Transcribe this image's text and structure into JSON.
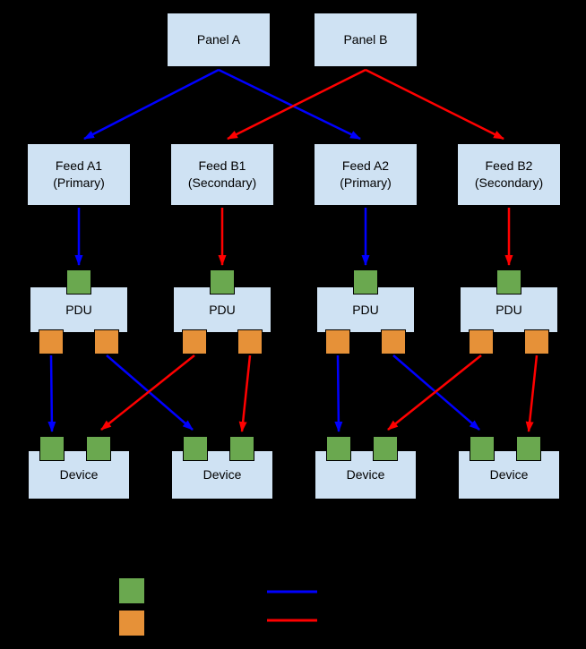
{
  "colors": {
    "background": "#000000",
    "node_fill": "#cfe2f3",
    "node_border": "#000000",
    "input_port": "#6aa84f",
    "output_port": "#e69138",
    "primary_path": "#0000ff",
    "secondary_path": "#ff0000"
  },
  "panels": [
    {
      "label": "Panel A"
    },
    {
      "label": "Panel B"
    }
  ],
  "feeds": [
    {
      "name": "Feed A1",
      "role": "(Primary)"
    },
    {
      "name": "Feed B1",
      "role": "(Secondary)"
    },
    {
      "name": "Feed A2",
      "role": "(Primary)"
    },
    {
      "name": "Feed B2",
      "role": "(Secondary)"
    }
  ],
  "pdus": [
    {
      "label": "PDU"
    },
    {
      "label": "PDU"
    },
    {
      "label": "PDU"
    },
    {
      "label": "PDU"
    }
  ],
  "devices": [
    {
      "label": "Device"
    },
    {
      "label": "Device"
    },
    {
      "label": "Device"
    },
    {
      "label": "Device"
    }
  ],
  "legend": {
    "input_swatch": "green-square",
    "output_swatch": "orange-square",
    "primary_line": "blue-line",
    "secondary_line": "red-line"
  }
}
